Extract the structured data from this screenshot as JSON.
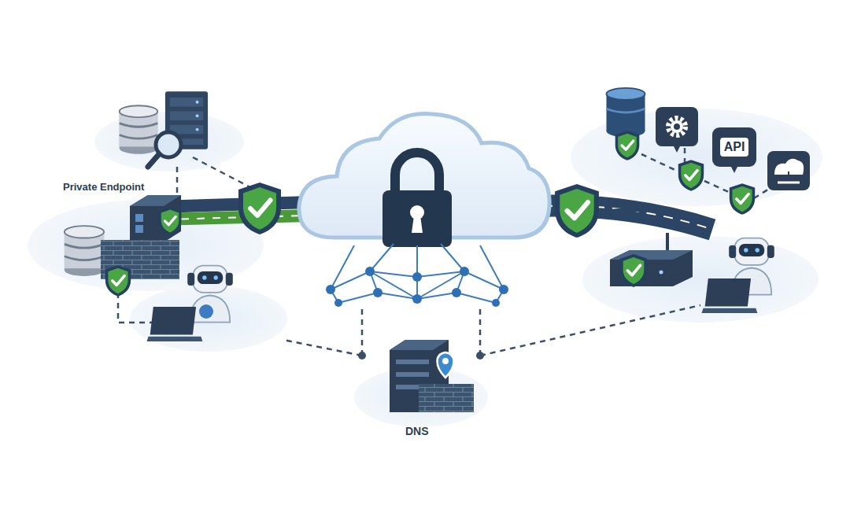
{
  "diagram": {
    "nodes": [
      {
        "text": [
          "API"
        ]
      }
    ],
    "labels": [
      "Private Endpoint",
      "DNS"
    ]
  }
}
